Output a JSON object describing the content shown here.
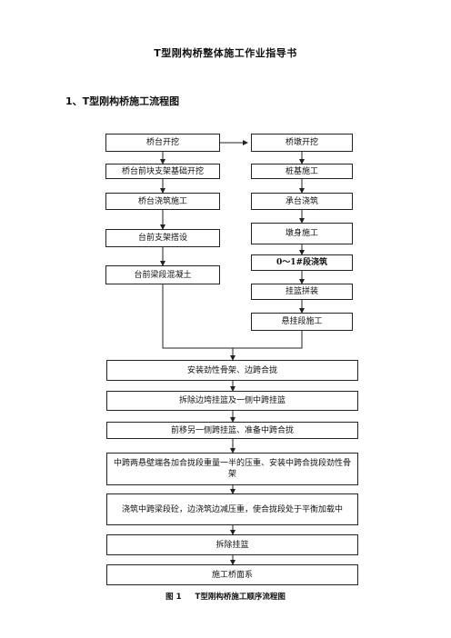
{
  "document": {
    "title": "T型刚构桥整体施工作业指导书",
    "section_heading": "1、T型刚构桥施工流程图",
    "caption_number": "图 1",
    "caption_text": "T型刚构桥施工顺序流程图"
  },
  "flow": {
    "left_column": [
      "桥台开挖",
      "桥台前块支架基础开挖",
      "桥台浇筑施工",
      "台前支架搭设",
      "台前梁段混凝土"
    ],
    "right_column": [
      "桥墩开挖",
      "桩基施工",
      "承台浇筑",
      "墩身施工",
      "0〜1#段浇筑",
      "挂篮拼装",
      "悬挂段施工"
    ],
    "main_sequence": [
      "安装劲性骨架、边跨合拢",
      "拆除边垮挂篮及一侧中跨挂篮",
      "前移另一侧跨挂篮、准备中跨合拢",
      "中跨两悬壁端各加合拢段重量一半的压重、安装中跨合拢段劲性骨架",
      "浇筑中跨梁段砼，边浇筑边减压重，使合拢段处于平衡加载中",
      "拆除挂篮",
      "施工桥面系"
    ]
  }
}
